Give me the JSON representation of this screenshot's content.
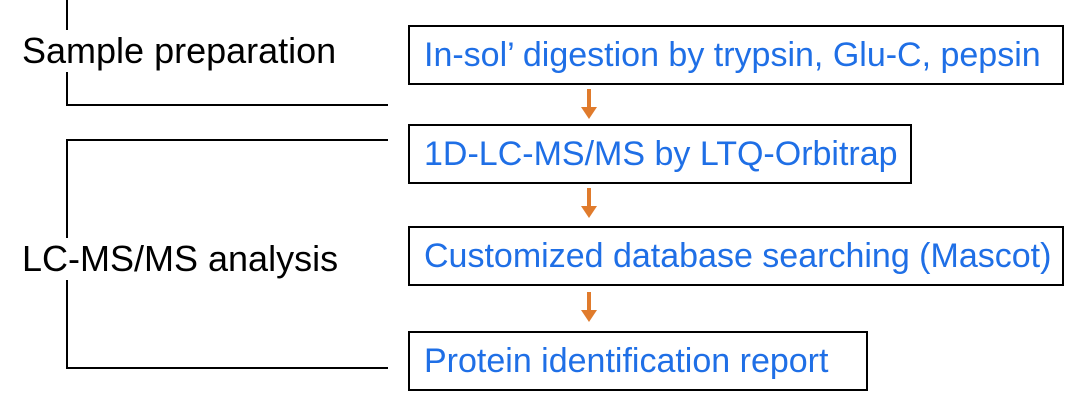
{
  "stages": [
    {
      "label": "Sample preparation"
    },
    {
      "label": "LC-MS/MS analysis"
    }
  ],
  "steps": [
    {
      "label": "In-sol’ digestion by trypsin, Glu-C, pepsin"
    },
    {
      "label": "1D-LC-MS/MS by LTQ-Orbitrap"
    },
    {
      "label": "Customized database searching (Mascot)"
    },
    {
      "label": "Protein identification report"
    }
  ],
  "colors": {
    "step_text": "#1f6fe6",
    "arrow": "#e07b2c",
    "border": "#000000"
  }
}
